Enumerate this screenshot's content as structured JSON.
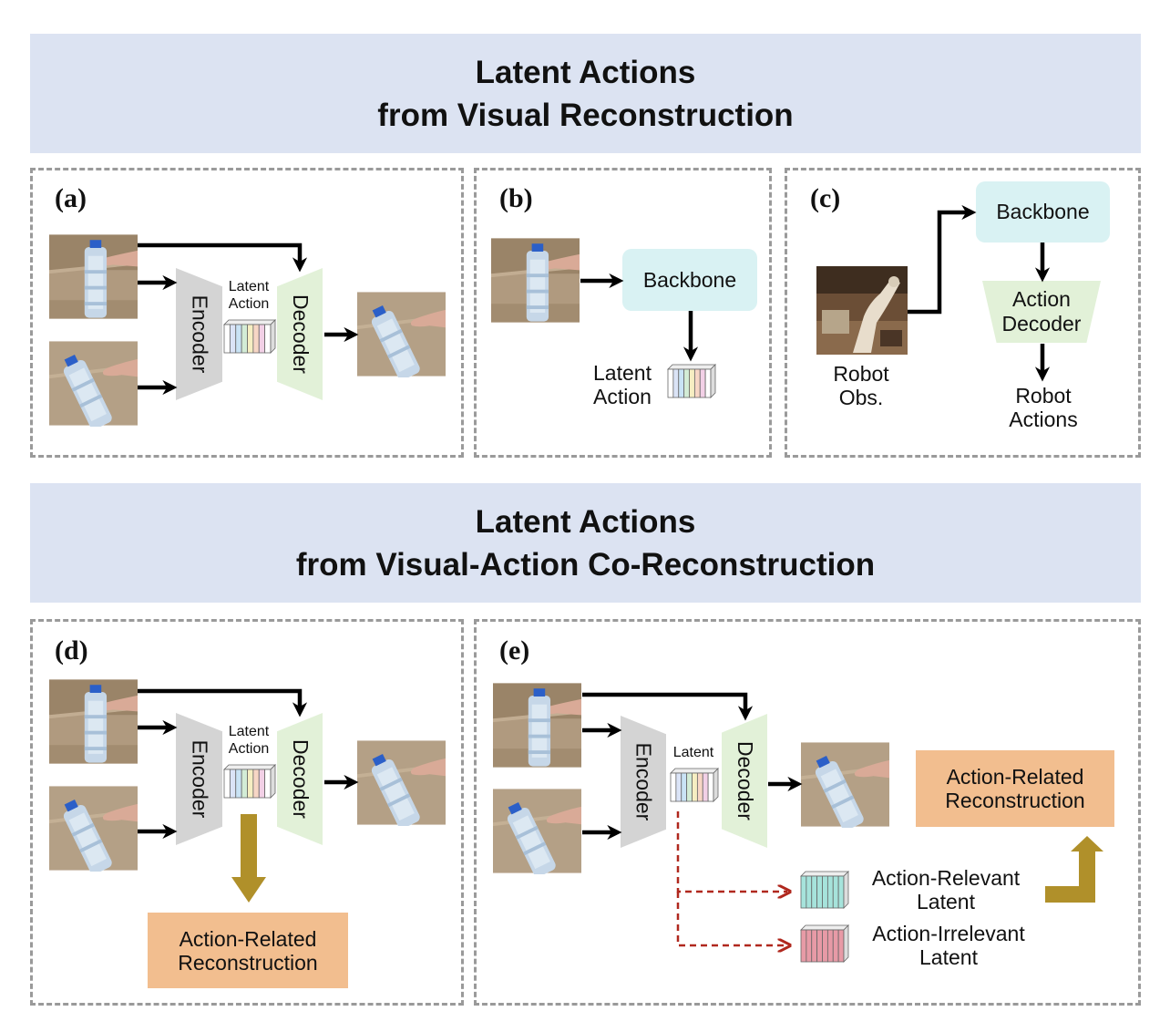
{
  "top_banner": {
    "line1": "Latent Actions",
    "line2": "from Visual Reconstruction"
  },
  "bottom_banner": {
    "line1": "Latent Actions",
    "line2": "from Visual-Action Co-Reconstruction"
  },
  "panel_a": {
    "label": "(a)",
    "encoder": "Encoder",
    "decoder": "Decoder",
    "latent_line1": "Latent",
    "latent_line2": "Action"
  },
  "panel_b": {
    "label": "(b)",
    "backbone": "Backbone",
    "latent_line1": "Latent",
    "latent_line2": "Action"
  },
  "panel_c": {
    "label": "(c)",
    "backbone": "Backbone",
    "decoder_line1": "Action",
    "decoder_line2": "Decoder",
    "obs_line1": "Robot",
    "obs_line2": "Obs.",
    "actions_line1": "Robot",
    "actions_line2": "Actions"
  },
  "panel_d": {
    "label": "(d)",
    "encoder": "Encoder",
    "decoder": "Decoder",
    "latent_line1": "Latent",
    "latent_line2": "Action",
    "recon_line1": "Action-Related",
    "recon_line2": "Reconstruction"
  },
  "panel_e": {
    "label": "(e)",
    "encoder": "Encoder",
    "decoder": "Decoder",
    "latent": "Latent",
    "relevant_line1": "Action-Relevant",
    "relevant_line2": "Latent",
    "irrelevant_line1": "Action-Irrelevant",
    "irrelevant_line2": "Latent",
    "recon_line1": "Action-Related",
    "recon_line2": "Reconstruction"
  },
  "colors": {
    "banner": "#dce3f2",
    "encoder": "#d4d4d4",
    "decoder": "#e2f1d8",
    "backbone": "#d9f2f3",
    "orange_box": "#f2be8f",
    "gold_arrow": "#b0902a",
    "red_dashed": "#b0281e",
    "relevant_latent": "#a6e3db",
    "irrelevant_latent": "#e79aa6"
  }
}
